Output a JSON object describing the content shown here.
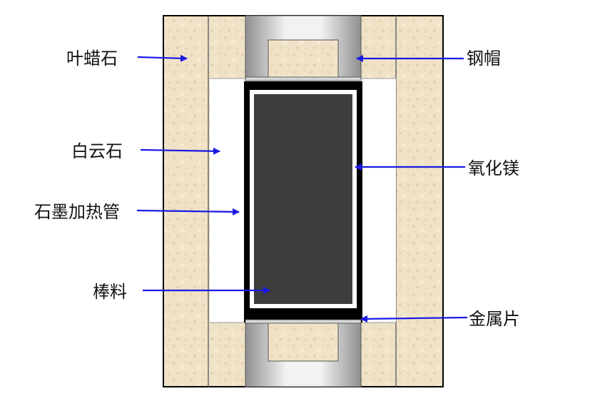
{
  "labels": {
    "pyrophyllite": "叶蜡石",
    "dolomite": "白云石",
    "graphite_heater": "石墨加热管",
    "sample_rod": "棒料",
    "steel_cap": "钢帽",
    "magnesium_oxide": "氧化镁",
    "metal_sheet": "金属片"
  },
  "colors": {
    "stone": "#efe2c6",
    "stone_speck": "#d9c7a3",
    "frame_outline": "#000000",
    "steel_light": "#f2f2f2",
    "steel_dark": "#9a9a9a",
    "heater": "#000000",
    "sample": "#3d3d3d",
    "arrow": "#1a1ae6",
    "label_text": "#111111"
  }
}
